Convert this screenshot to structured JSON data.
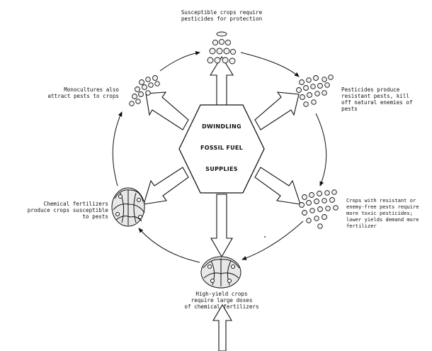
{
  "center": {
    "line1": "DWINDLING",
    "line2": "FOSSIL FUEL",
    "line3": "SUPPLIES"
  },
  "captions": {
    "top": [
      "Susceptible crops require",
      "pesticides for protection"
    ],
    "upper_left": [
      "Monocultures also",
      "attract pests to crops"
    ],
    "upper_right": [
      "Pesticides produce",
      "resistant pests, kill",
      "off natural enemies of",
      "pests"
    ],
    "lower_left": [
      "Chemical fertilizers",
      "produce crops susceptible",
      "to pests"
    ],
    "lower_right": [
      "Crops with resistant or",
      "enemy-free pests require",
      "more toxic pesticides;",
      "lower yields demand more",
      "fertilizer"
    ],
    "bottom": [
      "High-yield crops",
      "require large doses",
      "of chemical fertilizers"
    ]
  },
  "colors": {
    "ink": "#111111",
    "paper": "#ffffff"
  }
}
